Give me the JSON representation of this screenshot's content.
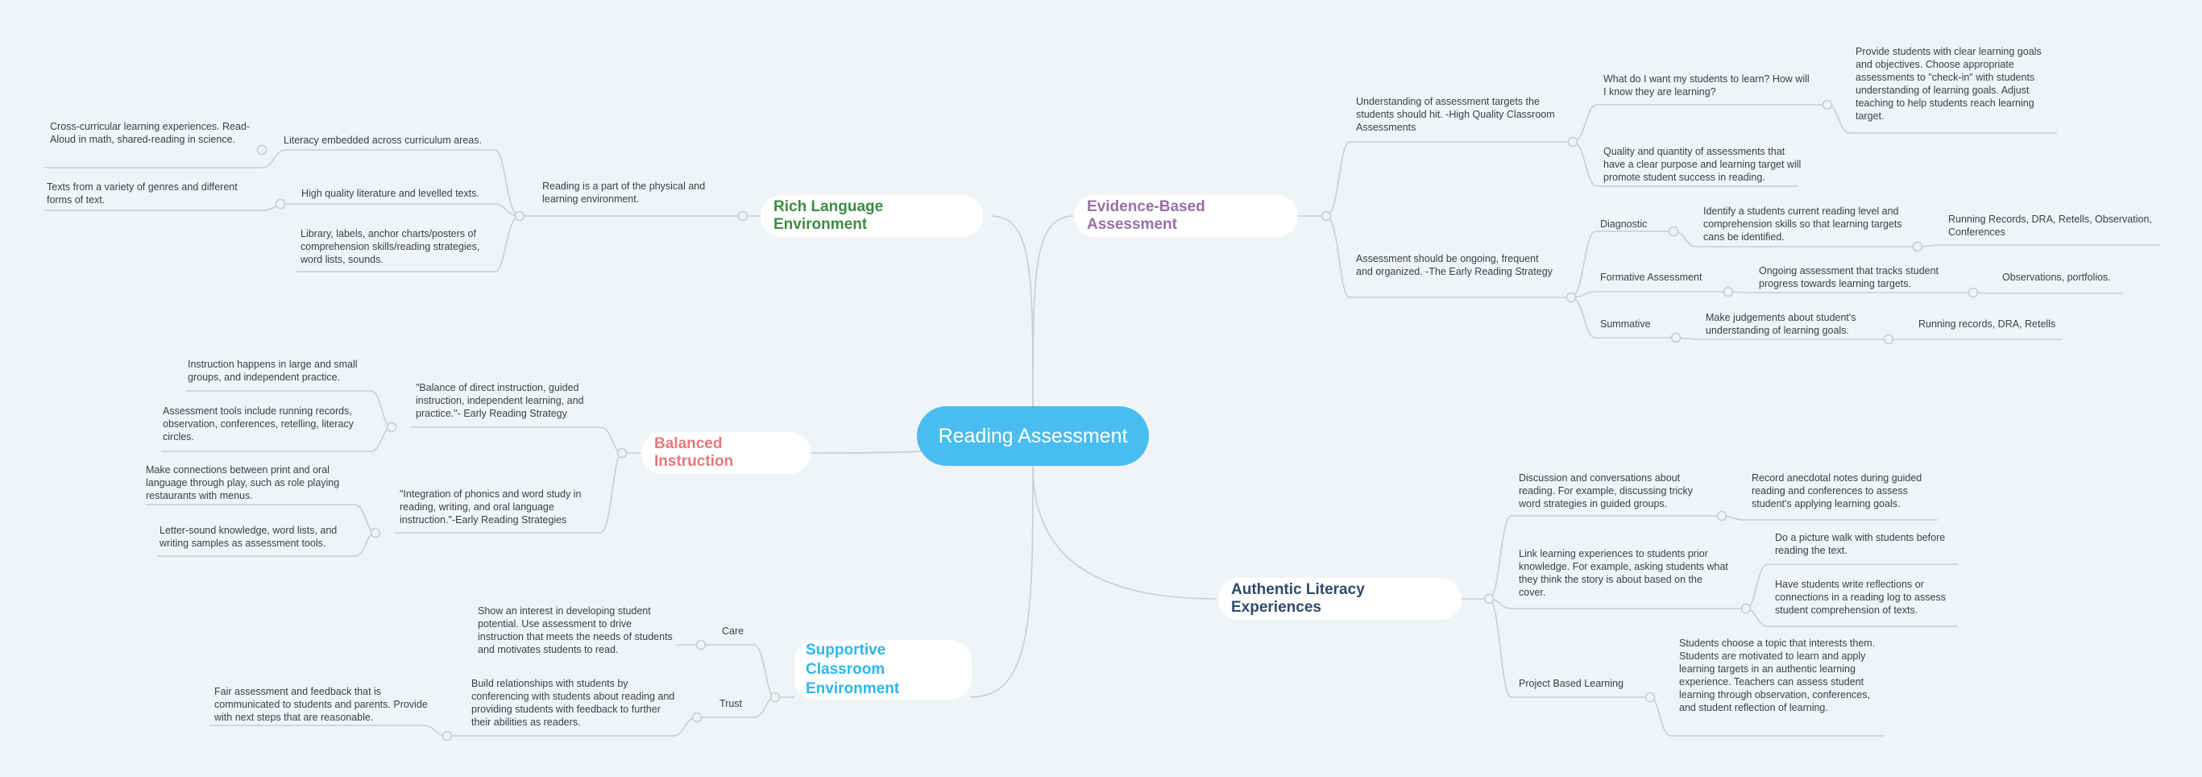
{
  "central": {
    "label": "Reading Assessment"
  },
  "colors": {
    "central": "#49bdf0",
    "rich_language": "#3d8b42",
    "evidence": "#9670a6",
    "balanced": "#e8787c",
    "supportive": "#2bb6ee",
    "authentic": "#2e4b6d",
    "connector": "#c8cdd2"
  },
  "rich_language": {
    "title": "Rich Language Environment",
    "reading_part": "Reading is a part of the physical  and learning environment.",
    "literacy_embedded": "Literacy embedded across curriculum areas.",
    "cross_curricular": "Cross-curricular learning experiences. Read-Aloud in math, shared-reading in science.",
    "high_quality": "High quality literature and levelled texts.",
    "texts_variety": "Texts from a variety of genres and different forms of text.",
    "library": "Library, labels, anchor charts/posters of comprehension skills/reading strategies, word lists, sounds."
  },
  "balanced": {
    "title": "Balanced Instruction",
    "balance_quote": "\"Balance of direct instruction, guided instruction, independent learning, and practice.\"- Early Reading Strategy",
    "instruction_groups": "Instruction happens in large and small groups, and independent practice.",
    "assessment_tools": "Assessment tools include running records, observation, conferences, retelling, literacy circles.",
    "integration_quote": "\"Integration of phonics and word study in reading, writing, and oral language instruction.\"-Early Reading Strategies",
    "connections": "Make connections between print and oral language through play, such as role playing restaurants with menus.",
    "letter_sound": "Letter-sound knowledge, word lists, and writing samples as assessment tools."
  },
  "supportive": {
    "title": "Supportive Classroom Environment",
    "care": "Care",
    "care_detail": "Show an interest in developing student potential. Use assessment to drive instruction that meets the needs of students and motivates students to read.",
    "trust": "Trust",
    "trust_detail": "Build relationships with students by conferencing with students about reading and providing students with feedback to further their abilities as readers.",
    "fair_feedback": "Fair assessment and feedback that is communicated to students and parents. Provide with next steps that are reasonable."
  },
  "evidence": {
    "title": "Evidence-Based Assessment",
    "targets": "Understanding of assessment targets the students should hit. -High Quality Classroom Assessments",
    "what_learn": "What do I want my students to learn? How will I know they are learning?",
    "clear_goals": "Provide students with clear learning goals and objectives. Choose appropriate assessments to \"check-in\" with students understanding of learning goals. Adjust teaching to help students reach learning target.",
    "quality_quantity": "Quality and quantity of assessments that have a clear purpose and learning target will promote student success in reading.",
    "ongoing": "Assessment should be ongoing, frequent and organized. -The Early Reading Strategy",
    "diagnostic": "Diagnostic",
    "diagnostic_detail": "Identify a students current reading level and comprehension skills so that learning targets cans be identified.",
    "diagnostic_tools": "Running Records, DRA, Retells, Observation, Conferences",
    "formative": "Formative Assessment",
    "formative_detail": "Ongoing assessment that tracks student progress towards learning targets.",
    "formative_tools": "Observations, portfolios.",
    "summative": "Summative",
    "summative_detail": "Make judgements about student's understanding of learning goals.",
    "summative_tools": "Running records, DRA, Retells"
  },
  "authentic": {
    "title": "Authentic Literacy Experiences",
    "discussion": "Discussion and conversations about reading. For example, discussing tricky word strategies in guided groups.",
    "anecdotal": "Record anecdotal notes during guided reading and conferences to assess student's applying learning goals.",
    "link_prior": "Link learning experiences to students prior knowledge. For example, asking students what they think the story is about based on the cover.",
    "picture_walk": "Do a picture walk with students before reading the text.",
    "reflections": "Have students write reflections or connections in a reading log to assess student comprehension of texts.",
    "project_based": "Project Based Learning",
    "project_detail": "Students choose a topic that interests them. Students are motivated to learn and apply learning targets in an authentic learning experience. Teachers can assess student learning through observation, conferences, and student reflection of learning."
  }
}
